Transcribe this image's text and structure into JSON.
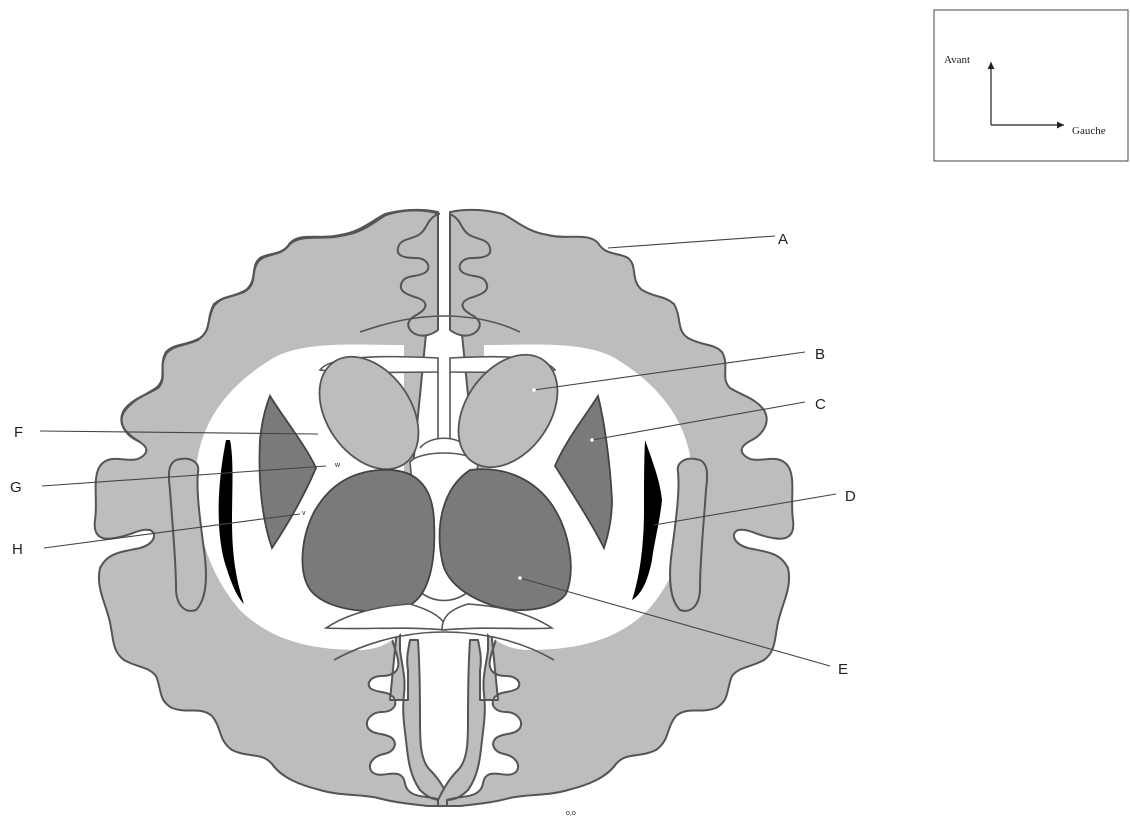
{
  "orientation": {
    "front_label": "Avant",
    "left_label": "Gauche"
  },
  "labels": {
    "A": "A",
    "B": "B",
    "C": "C",
    "D": "D",
    "E": "E",
    "F": "F",
    "G": "G",
    "H": "H"
  },
  "small_marks": {
    "w": "w",
    "v": "v",
    "oo": "o,o"
  },
  "colors": {
    "cortex": "#bdbdbd",
    "light_nucleus": "#bdbdbd",
    "dark_nucleus": "#7a7a7a",
    "claustrum": "#000000",
    "outline": "#555555"
  }
}
